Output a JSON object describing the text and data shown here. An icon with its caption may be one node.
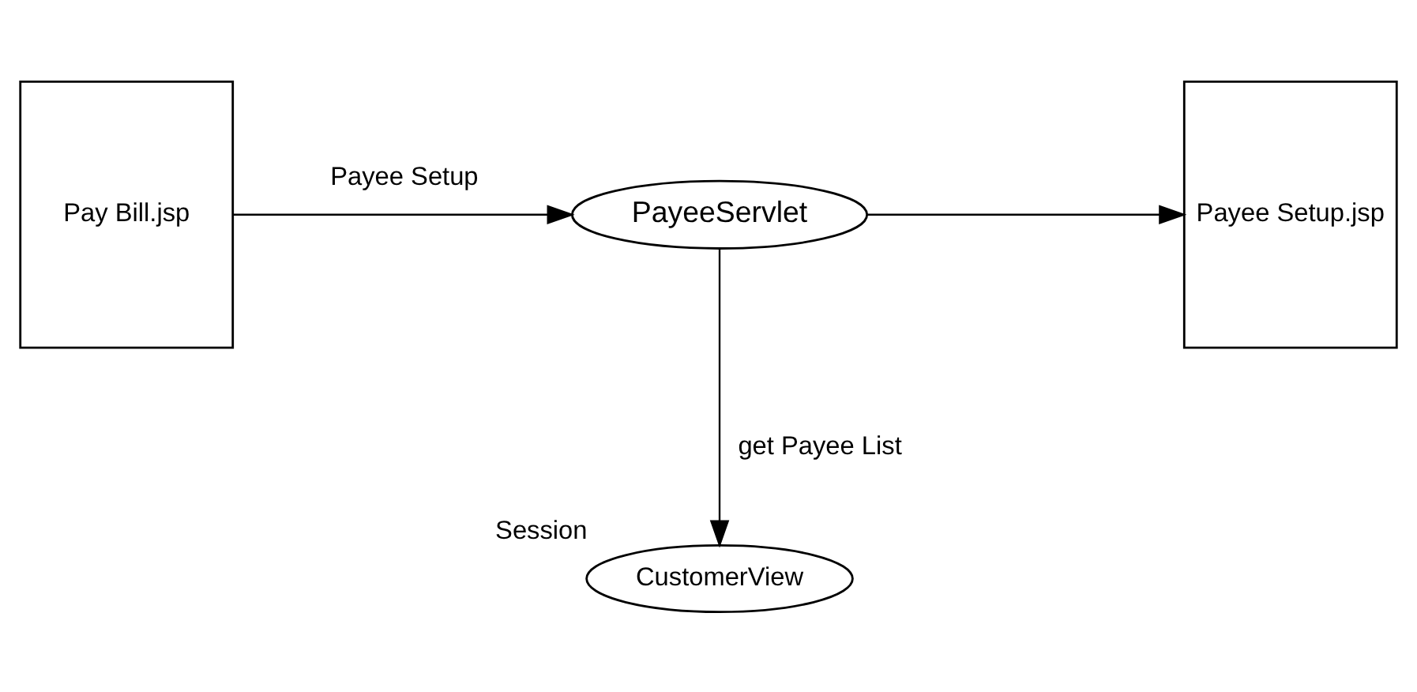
{
  "diagram": {
    "nodes": [
      {
        "text": [
          "Pay Bill.jsp"
        ]
      },
      {
        "text": [
          "PayeeServlet"
        ]
      },
      {
        "text": [
          "Payee Setup.jsp"
        ]
      },
      {
        "text": [
          "CustomerView"
        ],
        "beside": [
          "Session"
        ]
      }
    ],
    "edges": [
      {
        "from": 0,
        "to": 1,
        "arrow": "to",
        "label": "Payee Setup"
      },
      {
        "from": 1,
        "to": 2,
        "arrow": "to"
      },
      {
        "from": 1,
        "to": 3,
        "arrow": "to",
        "label": "get Payee List"
      }
    ]
  }
}
